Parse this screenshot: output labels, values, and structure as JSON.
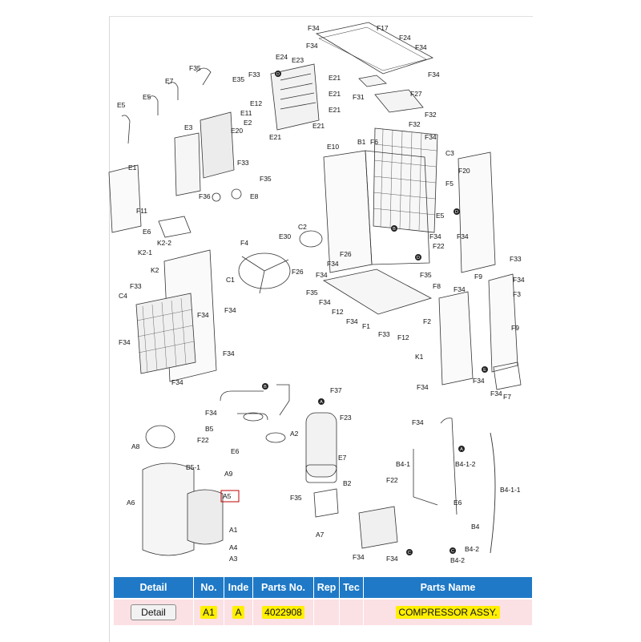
{
  "diagram": {
    "labels": [
      "F34",
      "F17",
      "F24",
      "F34",
      "F34",
      "F34",
      "F27",
      "F31",
      "F32",
      "F32",
      "E24",
      "E23",
      "E35",
      "E21",
      "E21",
      "E21",
      "E21",
      "F33",
      "E12",
      "E11",
      "E2",
      "E20",
      "E21",
      "F33",
      "F35",
      "F35",
      "E7",
      "E5",
      "E5",
      "E3",
      "E1",
      "F11",
      "F36",
      "E8",
      "E10",
      "B1",
      "F6",
      "F34",
      "C3",
      "F20",
      "F5",
      "E5",
      "F34",
      "F34",
      "F22",
      "E6",
      "K2-2",
      "K2-1",
      "K2",
      "F4",
      "C1",
      "C2",
      "E30",
      "F26",
      "F26",
      "F33",
      "C4",
      "F34",
      "F34",
      "F34",
      "F34",
      "F34",
      "F34",
      "F34",
      "F35",
      "F34",
      "F12",
      "F34",
      "F1",
      "F33",
      "F12",
      "F35",
      "F8",
      "F34",
      "F2",
      "K1",
      "F9",
      "F33",
      "F34",
      "F3",
      "F9",
      "F34",
      "F34",
      "F34",
      "F7",
      "F34",
      "B5",
      "F22",
      "E6",
      "B5-1",
      "A9",
      "A8",
      "A6",
      "A5",
      "A1",
      "A4",
      "A3",
      "A2",
      "F37",
      "F23",
      "E7",
      "B2",
      "F35",
      "A7",
      "F34",
      "B4-1-2",
      "B4-1",
      "F22",
      "E6",
      "B4-1-1",
      "B4",
      "B4-2",
      "F34",
      "F34",
      "B4-2"
    ],
    "markers": [
      "D",
      "B",
      "D",
      "D",
      "E",
      "B",
      "A",
      "A",
      "C",
      "C"
    ]
  },
  "table": {
    "headers": [
      "Detail",
      "No.",
      "Inde",
      "Parts No.",
      "Rep",
      "Tec",
      "Parts Name"
    ],
    "row": {
      "detail_button": "Detail",
      "no": "A1",
      "index": "A",
      "parts_no": "4022908",
      "rep": "",
      "tec": "",
      "parts_name": "COMPRESSOR ASSY."
    }
  },
  "colors": {
    "header_bg": "#1f79c6",
    "row_bg": "#fbe0e4",
    "highlight": "#ffef00"
  }
}
